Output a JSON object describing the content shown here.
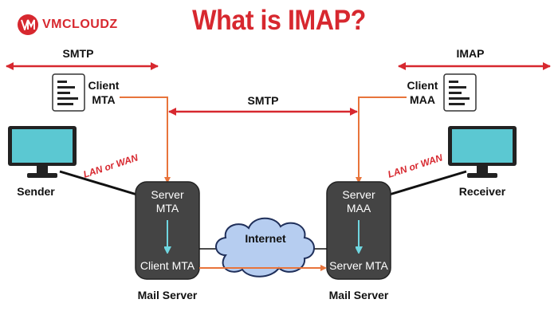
{
  "brand": {
    "name": "VMCLOUDZ",
    "color": "#d7282f"
  },
  "title": "What is IMAP?",
  "colors": {
    "title": "#d7282f",
    "server_box": "#444444",
    "arrow_orange": "#e8743b",
    "arrow_cyan": "#6fd6e0",
    "monitor_screen": "#5bc8d2",
    "cloud": "#b6cdf0"
  },
  "nodes": {
    "sender": {
      "label": "Sender",
      "icon": "desktop-computer-icon"
    },
    "receiver": {
      "label": "Receiver",
      "icon": "desktop-computer-icon"
    },
    "client_mta": {
      "line1": "Client",
      "line2": "MTA",
      "icon": "document-icon"
    },
    "client_maa": {
      "line1": "Client",
      "line2": "MAA",
      "icon": "document-icon"
    },
    "left_server": {
      "top_line1": "Server",
      "top_line2": "MTA",
      "bottom": "Client MTA",
      "caption": "Mail Server"
    },
    "right_server": {
      "top_line1": "Server",
      "top_line2": "MAA",
      "bottom": "Server MTA",
      "caption": "Mail Server"
    },
    "internet": {
      "label": "Internet",
      "icon": "cloud-icon"
    }
  },
  "protocols": {
    "left": "SMTP",
    "middle": "SMTP",
    "right": "IMAP"
  },
  "links": {
    "left": "LAN or WAN",
    "right": "LAN or WAN"
  }
}
